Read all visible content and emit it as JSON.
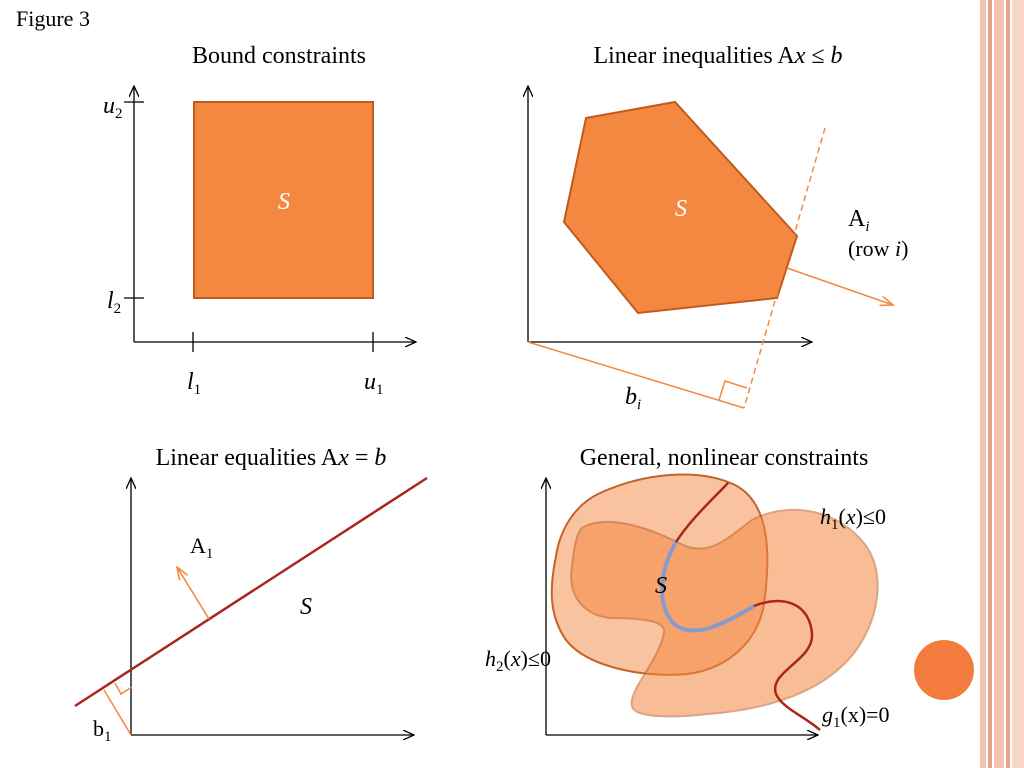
{
  "figure_label": "Figure 3",
  "colors": {
    "accent_orange": "#f58840",
    "region_stroke": "#c05a1e",
    "light_orange": "#f9c09a",
    "dark_red": "#a8271d",
    "feasible_curve": "#8899cc",
    "stripe_pink": "#f3c4b2",
    "stripe_dark": "#e8a38a"
  },
  "panels": {
    "bound": {
      "title": "Bound constraints",
      "region_label": "S",
      "u2": {
        "base": "u",
        "sub": "2"
      },
      "l2": {
        "base": "l",
        "sub": "2"
      },
      "l1": {
        "base": "l",
        "sub": "1"
      },
      "u1": {
        "base": "u",
        "sub": "1"
      }
    },
    "ineq": {
      "title_prefix": "Linear inequalities A",
      "title_x": "x",
      "title_mid": " ≤ ",
      "title_b": "b",
      "region_label": "S",
      "normal_base": "A",
      "normal_sub": "i",
      "row_prefix": "(row ",
      "row_i": "i",
      "row_suffix": ")",
      "b_base": "b",
      "b_sub": "i"
    },
    "eq": {
      "title_prefix": "Linear equalities A",
      "title_x": "x",
      "title_mid": " = ",
      "title_b": "b",
      "region_label": "S",
      "a_base": "A",
      "a_sub": "1",
      "b_base": "b",
      "b_sub": "1"
    },
    "nonlinear": {
      "title": "General, nonlinear constraints",
      "region_label": "S",
      "h1": {
        "base": "h",
        "sub": "1",
        "open": "(",
        "x": "x",
        "close": ")≤0"
      },
      "h2": {
        "base": "h",
        "sub": "2",
        "open": "(",
        "x": "x",
        "close": ")≤0"
      },
      "g1": {
        "base": "g",
        "sub": "1",
        "rest": "(x)=0"
      }
    }
  }
}
